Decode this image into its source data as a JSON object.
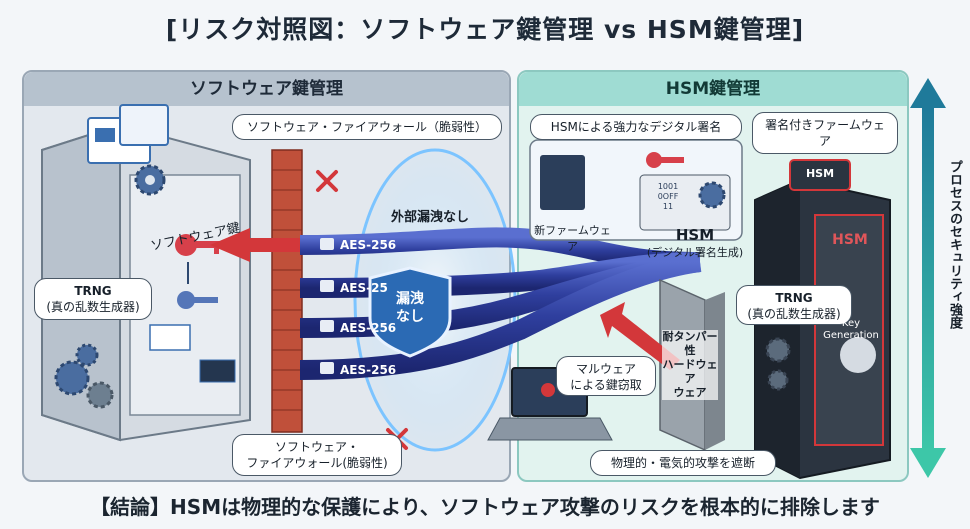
{
  "title": "[リスク対照図：ソフトウェア鍵管理 vs HSM鍵管理]",
  "conclusion": "【結論】HSMは物理的な保護により、ソフトウェア攻撃のリスクを根本的に排除します",
  "left_panel": {
    "heading": "ソフトウェア鍵管理",
    "firewall_top": "ソフトウェア・ファイアウォール（脆弱性）",
    "firewall_bottom_line1": "ソフトウェア・",
    "firewall_bottom_line2": "ファイアウォール(脆弱性)",
    "software_key": "ソフトウェア鍵",
    "trng_line1": "TRNG",
    "trng_line2": "(真の乱数生成器)"
  },
  "center": {
    "no_external_leak": "外部漏洩なし",
    "no_leak_shield_line1": "漏洩",
    "no_leak_shield_line2": "なし",
    "pipes": [
      "AES-256",
      "AES-25",
      "AES-256",
      "AES-256"
    ]
  },
  "right_panel": {
    "heading": "HSM鍵管理",
    "hsm_signature": "HSMによる強力なデジタル署名",
    "signed_firmware": "署名付きファームウェア",
    "new_firmware": "新ファームウェア",
    "code_card": "1001\n0OFF\n11",
    "hsm_title": "HSM",
    "hsm_subtitle": "(デジタル署名生成)",
    "trng_line1": "TRNG",
    "trng_line2": "(真の乱数生成器)",
    "server_top_label": "HSM",
    "server_label": "HSM",
    "key_generation_line1": "Key",
    "key_generation_line2": "Generation",
    "tamper_line1": "耐タンパー性",
    "tamper_line2": "ハードウェア",
    "tamper_line3": "ウェア",
    "malware_line1": "マルウェア",
    "malware_line2": "による鍵窃取",
    "physical_block": "物理的・電気的攻撃を遮断"
  },
  "axis_label": "プロセスのセキュリティ強度",
  "colors": {
    "left_panel": "#e3e8ee",
    "right_panel": "#e2f3ef",
    "pipe": "#2f3f9e",
    "firewall": "#c0503a",
    "attack_arrow": "#d3373a",
    "axis": "#2aa69b"
  }
}
